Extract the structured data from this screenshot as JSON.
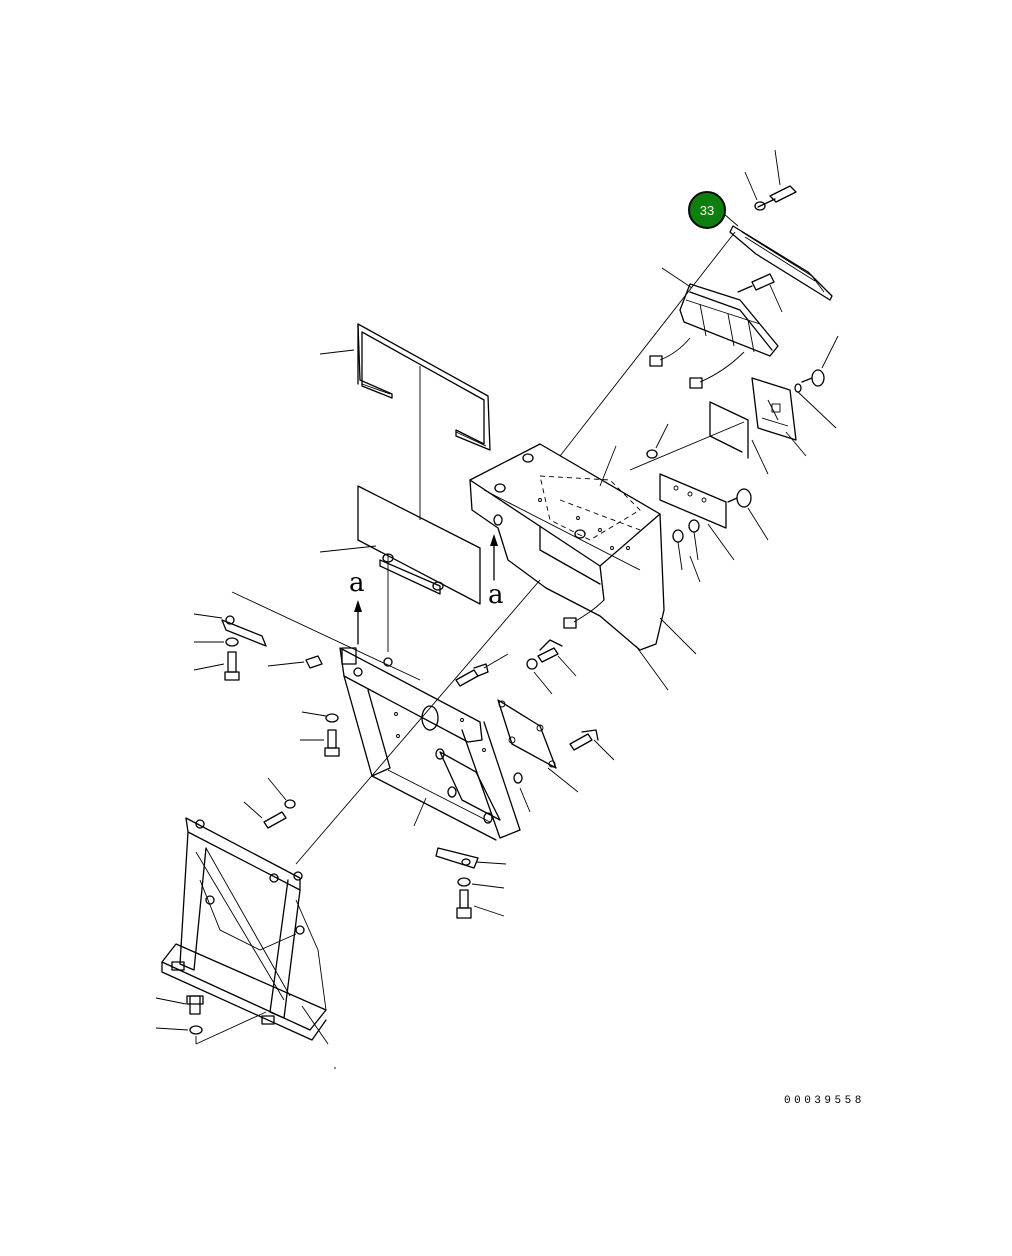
{
  "diagram": {
    "callout": {
      "number": "33",
      "color": "#0e7f0e"
    },
    "view_labels": [
      "a",
      "a"
    ],
    "drawing_number": "00039558"
  }
}
